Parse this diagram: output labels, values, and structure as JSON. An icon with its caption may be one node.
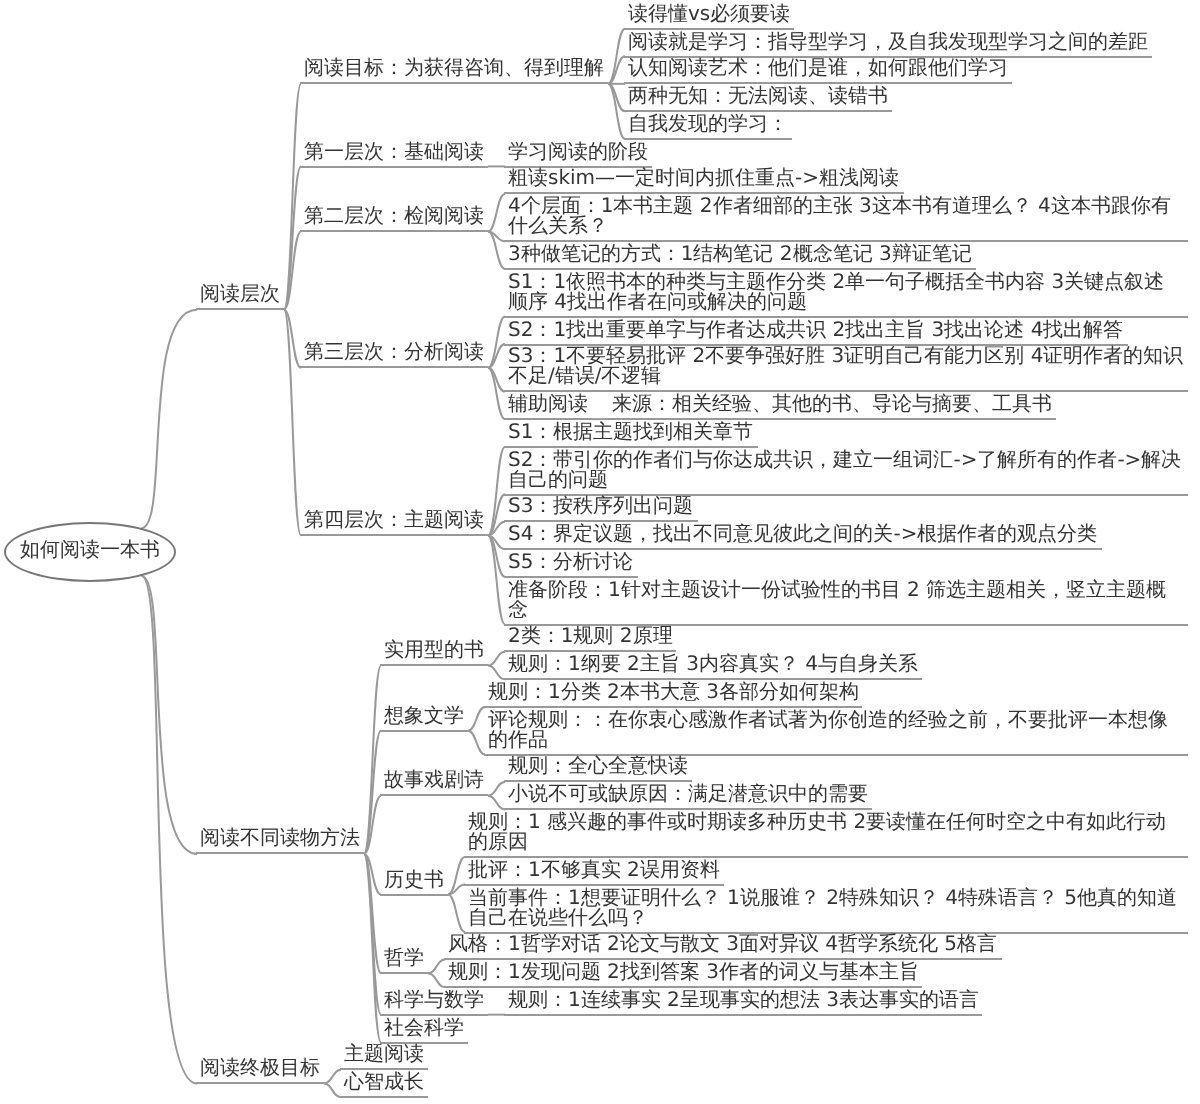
{
  "diagram": {
    "nodes": [
      {
        "text": [
          "如何阅读一本书"
        ]
      },
      {
        "text": [
          "阅读层次"
        ]
      },
      {
        "text": [
          "阅读目标：为获得咨询、得到理解"
        ]
      },
      {
        "text": [
          "读得懂vs必须要读"
        ]
      },
      {
        "text": [
          "阅读就是学习：指导型学习，及自我发现型学习之间的差距"
        ]
      },
      {
        "text": [
          "认知阅读艺术：他们是谁，如何跟他们学习"
        ]
      },
      {
        "text": [
          "两种无知：无法阅读、读错书"
        ]
      },
      {
        "text": [
          "自我发现的学习："
        ]
      },
      {
        "text": [
          "第一层次：基础阅读"
        ]
      },
      {
        "text": [
          "学习阅读的阶段"
        ]
      },
      {
        "text": [
          "第二层次：检阅阅读"
        ]
      },
      {
        "text": [
          "粗读skim—一定时间内抓住重点->粗浅阅读"
        ]
      },
      {
        "text": [
          "4个层面：1本书主题 2作者细部的主张 3这本书有道理么？ 4这本书跟你有什么关系？"
        ]
      },
      {
        "text": [
          "3种做笔记的方式：1结构笔记 2概念笔记 3辩证笔记"
        ]
      },
      {
        "text": [
          "第三层次：分析阅读"
        ]
      },
      {
        "text": [
          "S1：1依照书本的种类与主题作分类 2单一句子概括全书内容 3关键点叙述顺序 4找出作者在问或解决的问题"
        ]
      },
      {
        "text": [
          "S2：1找出重要单字与作者达成共识 2找出主旨 3找出论述 4找出解答"
        ]
      },
      {
        "text": [
          "S3：1不要轻易批评 2不要争强好胜 3证明自己有能力区别 4证明作者的知识不足/错误/不逻辑"
        ]
      },
      {
        "text": [
          "辅助阅读"
        ]
      },
      {
        "text": [
          "来源：相关经验、其他的书、导论与摘要、工具书"
        ]
      },
      {
        "text": [
          "第四层次：主题阅读"
        ]
      },
      {
        "text": [
          "S1：根据主题找到相关章节"
        ]
      },
      {
        "text": [
          "S2：带引你的作者们与你达成共识，建立一组词汇->了解所有的作者->解决自己的问题"
        ]
      },
      {
        "text": [
          "S3：按秩序列出问题"
        ]
      },
      {
        "text": [
          "S4：界定议题，找出不同意见彼此之间的关->根据作者的观点分类"
        ]
      },
      {
        "text": [
          "S5：分析讨论"
        ]
      },
      {
        "text": [
          "准备阶段：1针对主题设计一份试验性的书目 2 筛选主题相关，竖立主题概念"
        ]
      },
      {
        "text": [
          "阅读不同读物方法"
        ]
      },
      {
        "text": [
          "实用型的书"
        ]
      },
      {
        "text": [
          "2类：1规则 2原理"
        ]
      },
      {
        "text": [
          "规则：1纲要 2主旨 3内容真实？ 4与自身关系"
        ]
      },
      {
        "text": [
          "想象文学"
        ]
      },
      {
        "text": [
          "规则：1分类 2本书大意 3各部分如何架构"
        ]
      },
      {
        "text": [
          "评论规则：：在你衷心感激作者试著为你创造的经验之前，不要批评一本想像的作品"
        ]
      },
      {
        "text": [
          "故事戏剧诗"
        ]
      },
      {
        "text": [
          "规则：全心全意快读"
        ]
      },
      {
        "text": [
          "小说不可或缺原因：满足潜意识中的需要"
        ]
      },
      {
        "text": [
          "历史书"
        ]
      },
      {
        "text": [
          "规则：1 感兴趣的事件或时期读多种历史书 2要读懂在任何时空之中有如此行动的原因"
        ]
      },
      {
        "text": [
          "批评：1不够真实 2误用资料"
        ]
      },
      {
        "text": [
          "当前事件：1想要证明什么？ 1说服谁？ 2特殊知识？ 4特殊语言？ 5他真的知道自己在说些什么吗？"
        ]
      },
      {
        "text": [
          "哲学"
        ]
      },
      {
        "text": [
          "风格：1哲学对话 2论文与散文 3面对异议 4哲学系统化 5格言"
        ]
      },
      {
        "text": [
          "规则：1发现问题 2找到答案 3作者的词义与基本主旨"
        ]
      },
      {
        "text": [
          "科学与数学"
        ]
      },
      {
        "text": [
          "规则：1连续事实 2呈现事实的想法 3表达事实的语言"
        ]
      },
      {
        "text": [
          "社会科学"
        ]
      },
      {
        "text": [
          "阅读终极目标"
        ]
      },
      {
        "text": [
          "主题阅读"
        ]
      },
      {
        "text": [
          "心智成长"
        ]
      }
    ],
    "edges": [
      {
        "from": 0,
        "to": 1,
        "arrow": "none"
      },
      {
        "from": 1,
        "to": 2,
        "arrow": "none"
      },
      {
        "from": 2,
        "to": 3,
        "arrow": "none"
      },
      {
        "from": 2,
        "to": 4,
        "arrow": "none"
      },
      {
        "from": 2,
        "to": 5,
        "arrow": "none"
      },
      {
        "from": 2,
        "to": 6,
        "arrow": "none"
      },
      {
        "from": 2,
        "to": 7,
        "arrow": "none"
      },
      {
        "from": 1,
        "to": 8,
        "arrow": "none"
      },
      {
        "from": 8,
        "to": 9,
        "arrow": "none"
      },
      {
        "from": 1,
        "to": 10,
        "arrow": "none"
      },
      {
        "from": 10,
        "to": 11,
        "arrow": "none"
      },
      {
        "from": 10,
        "to": 12,
        "arrow": "none"
      },
      {
        "from": 10,
        "to": 13,
        "arrow": "none"
      },
      {
        "from": 1,
        "to": 14,
        "arrow": "none"
      },
      {
        "from": 14,
        "to": 15,
        "arrow": "none"
      },
      {
        "from": 14,
        "to": 16,
        "arrow": "none"
      },
      {
        "from": 14,
        "to": 17,
        "arrow": "none"
      },
      {
        "from": 14,
        "to": 18,
        "arrow": "none"
      },
      {
        "from": 18,
        "to": 19,
        "arrow": "none"
      },
      {
        "from": 1,
        "to": 20,
        "arrow": "none"
      },
      {
        "from": 20,
        "to": 21,
        "arrow": "none"
      },
      {
        "from": 20,
        "to": 22,
        "arrow": "none"
      },
      {
        "from": 20,
        "to": 23,
        "arrow": "none"
      },
      {
        "from": 20,
        "to": 24,
        "arrow": "none"
      },
      {
        "from": 20,
        "to": 25,
        "arrow": "none"
      },
      {
        "from": 20,
        "to": 26,
        "arrow": "none"
      },
      {
        "from": 0,
        "to": 27,
        "arrow": "none"
      },
      {
        "from": 27,
        "to": 28,
        "arrow": "none"
      },
      {
        "from": 28,
        "to": 29,
        "arrow": "none"
      },
      {
        "from": 28,
        "to": 30,
        "arrow": "none"
      },
      {
        "from": 27,
        "to": 31,
        "arrow": "none"
      },
      {
        "from": 31,
        "to": 32,
        "arrow": "none"
      },
      {
        "from": 31,
        "to": 33,
        "arrow": "none"
      },
      {
        "from": 27,
        "to": 34,
        "arrow": "none"
      },
      {
        "from": 34,
        "to": 35,
        "arrow": "none"
      },
      {
        "from": 34,
        "to": 36,
        "arrow": "none"
      },
      {
        "from": 27,
        "to": 37,
        "arrow": "none"
      },
      {
        "from": 37,
        "to": 38,
        "arrow": "none"
      },
      {
        "from": 37,
        "to": 39,
        "arrow": "none"
      },
      {
        "from": 37,
        "to": 40,
        "arrow": "none"
      },
      {
        "from": 27,
        "to": 41,
        "arrow": "none"
      },
      {
        "from": 41,
        "to": 42,
        "arrow": "none"
      },
      {
        "from": 41,
        "to": 43,
        "arrow": "none"
      },
      {
        "from": 27,
        "to": 44,
        "arrow": "none"
      },
      {
        "from": 44,
        "to": 45,
        "arrow": "none"
      },
      {
        "from": 27,
        "to": 46,
        "arrow": "none"
      },
      {
        "from": 0,
        "to": 47,
        "arrow": "none"
      },
      {
        "from": 47,
        "to": 48,
        "arrow": "none"
      },
      {
        "from": 47,
        "to": 49,
        "arrow": "none"
      }
    ]
  }
}
